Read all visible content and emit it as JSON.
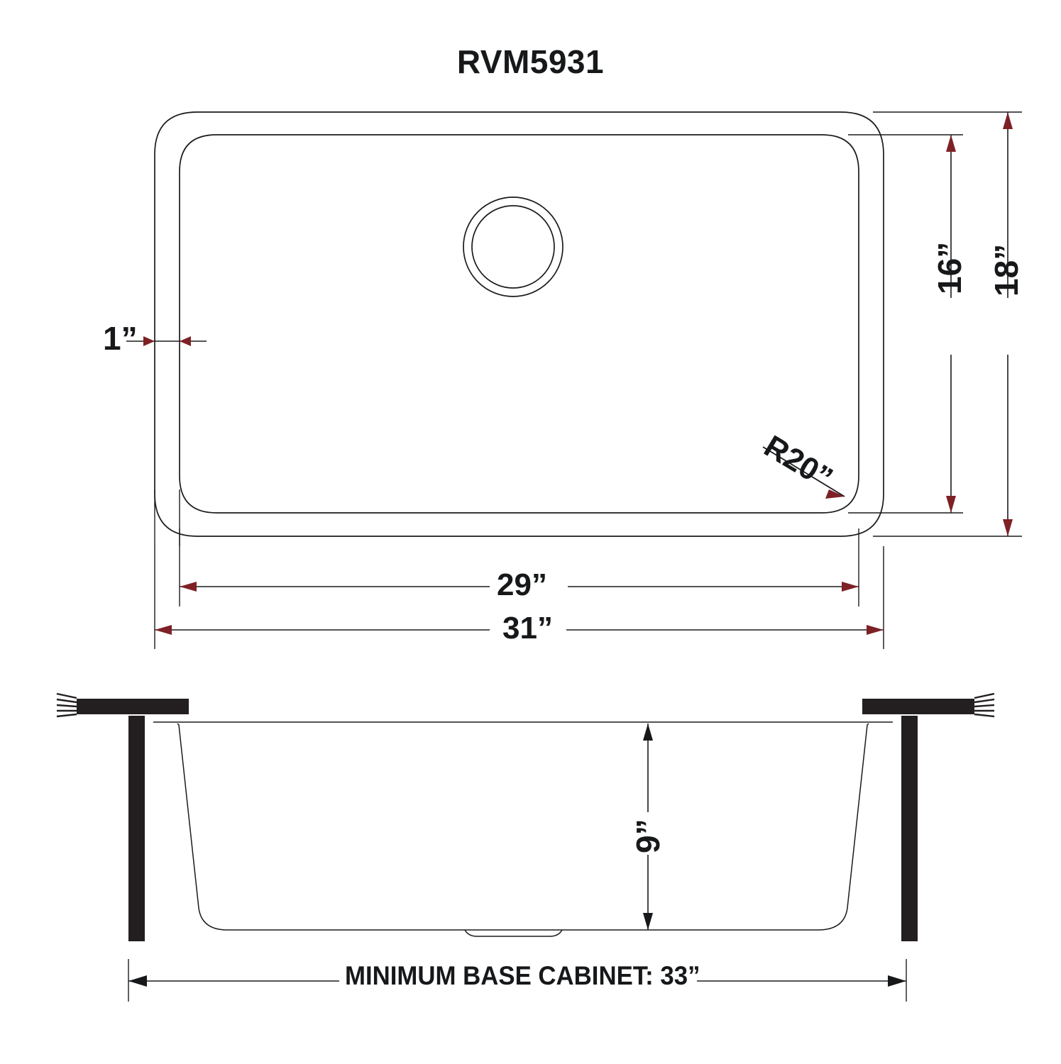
{
  "drawing": {
    "title": "RVM5931",
    "type": "technical-dimension-drawing",
    "product": "undermount kitchen sink",
    "colors": {
      "line": "#1b1b1b",
      "arrow_red": "#7d2126",
      "arrow_black": "#16181a",
      "solid_fill": "#231f20",
      "background": "#ffffff"
    }
  },
  "top_view": {
    "name": "top-view",
    "dimensions": {
      "rim_to_basin": {
        "label": "1”",
        "value": 1,
        "unit": "in",
        "orientation": "horizontal",
        "arrow_color": "#7d2126"
      },
      "basin_height": {
        "label": "16”",
        "value": 16,
        "unit": "in",
        "orientation": "vertical-rotated",
        "arrow_color": "#7d2126"
      },
      "overall_height": {
        "label": "18”",
        "value": 18,
        "unit": "in",
        "orientation": "vertical-rotated",
        "arrow_color": "#7d2126"
      },
      "basin_width": {
        "label": "29”",
        "value": 29,
        "unit": "in",
        "orientation": "horizontal",
        "arrow_color": "#7d2126"
      },
      "overall_width": {
        "label": "31”",
        "value": 31,
        "unit": "in",
        "orientation": "horizontal",
        "arrow_color": "#7d2126"
      },
      "corner_radius": {
        "label": "R20”",
        "value": 20,
        "unit": "mm",
        "orientation": "diagonal-leader",
        "arrow_color": "#7d2126"
      }
    },
    "features": {
      "drain": "concentric-circles",
      "basin_corners": "rounded"
    }
  },
  "section_view": {
    "name": "front-section-view",
    "dimensions": {
      "basin_depth": {
        "label": "9”",
        "value": 9,
        "unit": "in",
        "orientation": "vertical-rotated",
        "arrow_color": "#16181a"
      },
      "min_base_cabinet": {
        "label": "MINIMUM BASE CABINET: 33”",
        "value": 33,
        "unit": "in",
        "orientation": "horizontal",
        "arrow_color": "#16181a"
      }
    },
    "features": {
      "countertop": "solid-bar-with-hatching",
      "cabinet_wall": "vertical-solid-bar",
      "basin_profile": "tapered-with-rounded-bottom"
    }
  }
}
